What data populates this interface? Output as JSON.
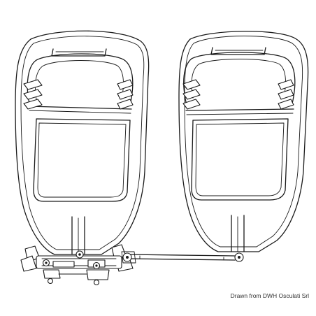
{
  "credit": "Drawn from DWH Osculati Srl",
  "components": {
    "left_engine": "outboard-engine-left",
    "right_engine": "outboard-engine-right",
    "tie_bar": "tie-bar-rod",
    "steering_cylinder": "steering-cylinder"
  }
}
